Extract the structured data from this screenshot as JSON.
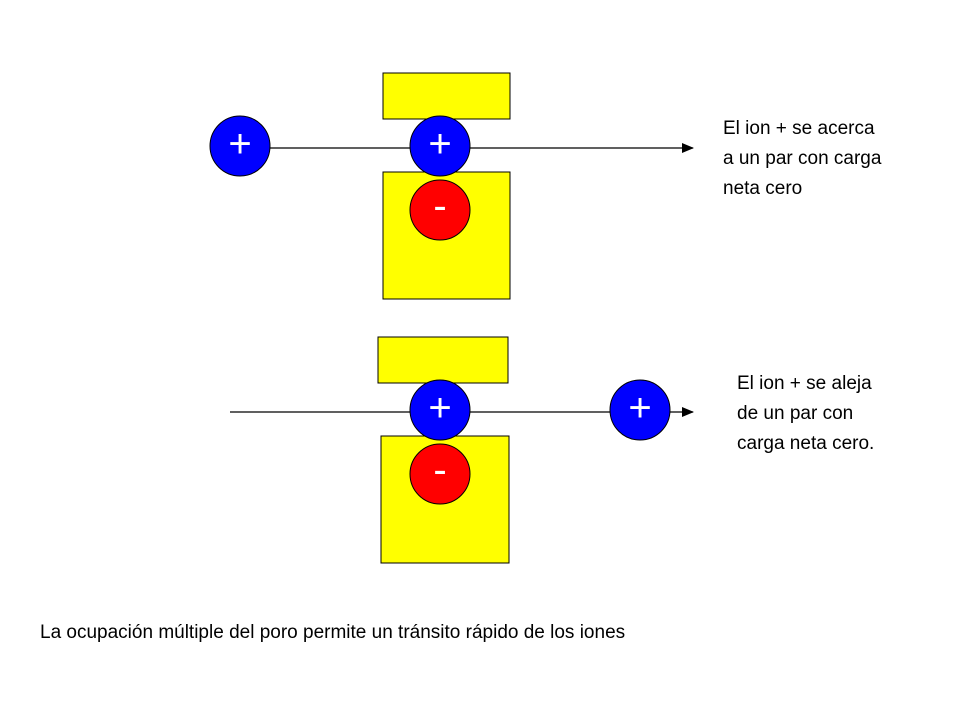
{
  "colors": {
    "block_fill": "#ffff00",
    "block_stroke": "#000000",
    "cation_fill": "#0000ff",
    "anion_fill": "#ff0000",
    "line": "#000000"
  },
  "panels": [
    {
      "ions": [
        {
          "type": "cation",
          "sign": "+"
        },
        {
          "type": "cation",
          "sign": "+"
        },
        {
          "type": "anion",
          "sign": "-"
        }
      ],
      "description": [
        "El ion + se acerca",
        "a un par con carga",
        "neta cero"
      ]
    },
    {
      "ions": [
        {
          "type": "cation",
          "sign": "+"
        },
        {
          "type": "cation",
          "sign": "+"
        },
        {
          "type": "anion",
          "sign": "-"
        }
      ],
      "description": [
        "El ion + se aleja",
        "de un par con",
        "carga neta cero."
      ]
    }
  ],
  "caption": "La ocupación múltiple del poro permite un tránsito rápido de los iones"
}
